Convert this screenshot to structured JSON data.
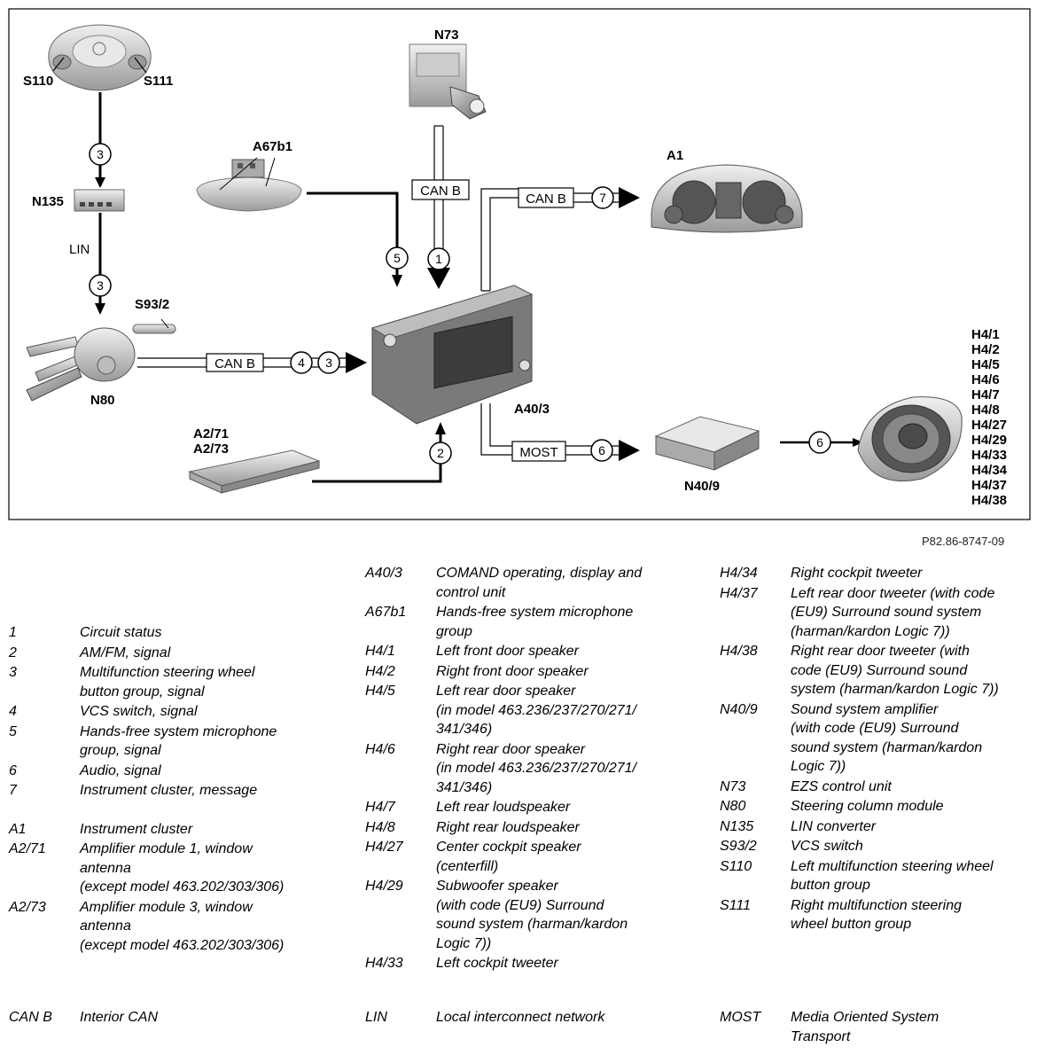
{
  "diagram": {
    "labels": {
      "s110": "S110",
      "s111": "S111",
      "n73": "N73",
      "a67b1": "A67b1",
      "a1": "A1",
      "n135": "N135",
      "lin": "LIN",
      "s93_2": "S93/2",
      "n80": "N80",
      "a40_3": "A40/3",
      "a2_71": "A2/71",
      "a2_73": "A2/73",
      "n40_9": "N40/9",
      "speakers": [
        "H4/1",
        "H4/2",
        "H4/5",
        "H4/6",
        "H4/7",
        "H4/8",
        "H4/27",
        "H4/29",
        "H4/33",
        "H4/34",
        "H4/37",
        "H4/38"
      ]
    },
    "bus_boxes": {
      "can_b_top": "CAN B",
      "can_b_right": "CAN B",
      "can_b_left": "CAN B",
      "most": "MOST"
    },
    "circles": {
      "c3_upper": "3",
      "c3_lower": "3",
      "c5": "5",
      "c1": "1",
      "c7": "7",
      "c4": "4",
      "c3_canb": "3",
      "c2": "2",
      "c6_most": "6",
      "c6_speaker": "6"
    },
    "reference": "P82.86-8747-09"
  },
  "legend": {
    "col1": [
      {
        "code": "1",
        "desc": "Circuit status"
      },
      {
        "code": "2",
        "desc": "AM/FM, signal"
      },
      {
        "code": "3",
        "desc": "Multifunction steering wheel\nbutton group, signal"
      },
      {
        "code": "4",
        "desc": "VCS switch, signal"
      },
      {
        "code": "5",
        "desc": "Hands-free system microphone\ngroup, signal"
      },
      {
        "code": "6",
        "desc": "Audio, signal"
      },
      {
        "code": "7",
        "desc": "Instrument cluster, message"
      },
      {
        "code": "A1",
        "desc": "Instrument cluster"
      },
      {
        "code": "A2/71",
        "desc": "Amplifier module 1, window\nantenna\n(except model 463.202/303/306)"
      },
      {
        "code": "A2/73",
        "desc": "Amplifier module 3, window\nantenna\n(except model 463.202/303/306)"
      }
    ],
    "col2": [
      {
        "code": "A40/3",
        "desc": "COMAND operating, display and\ncontrol unit"
      },
      {
        "code": "A67b1",
        "desc": "Hands-free system microphone\ngroup"
      },
      {
        "code": "H4/1",
        "desc": "Left front door speaker"
      },
      {
        "code": "H4/2",
        "desc": "Right front door speaker"
      },
      {
        "code": "H4/5",
        "desc": "Left rear door speaker\n(in model 463.236/237/270/271/\n341/346)"
      },
      {
        "code": "H4/6",
        "desc": "Right rear door speaker\n(in model 463.236/237/270/271/\n341/346)"
      },
      {
        "code": "H4/7",
        "desc": "Left rear loudspeaker"
      },
      {
        "code": "H4/8",
        "desc": "Right rear loudspeaker"
      },
      {
        "code": "H4/27",
        "desc": "Center cockpit speaker\n(centerfill)"
      },
      {
        "code": "H4/29",
        "desc": "Subwoofer speaker\n(with code (EU9) Surround\nsound system (harman/kardon\nLogic 7))"
      },
      {
        "code": "H4/33",
        "desc": "Left cockpit tweeter"
      }
    ],
    "col3": [
      {
        "code": "H4/34",
        "desc": "Right cockpit tweeter"
      },
      {
        "code": "H4/37",
        "desc": "Left rear door tweeter (with code\n(EU9) Surround sound system\n(harman/kardon Logic 7))"
      },
      {
        "code": "H4/38",
        "desc": "Right rear door tweeter (with\ncode (EU9) Surround sound\nsystem (harman/kardon Logic 7))"
      },
      {
        "code": "N40/9",
        "desc": "Sound system amplifier\n(with code (EU9) Surround\nsound system (harman/kardon\nLogic 7))"
      },
      {
        "code": "N73",
        "desc": "EZS control unit"
      },
      {
        "code": "N80",
        "desc": "Steering column module"
      },
      {
        "code": "N135",
        "desc": "LIN converter"
      },
      {
        "code": "S93/2",
        "desc": "VCS switch"
      },
      {
        "code": "S110",
        "desc": "Left multifunction steering wheel\nbutton group"
      },
      {
        "code": "S111",
        "desc": "Right multifunction steering\nwheel button group"
      }
    ],
    "abbreviations": [
      {
        "code": "CAN B",
        "desc": "Interior CAN"
      },
      {
        "code": "LIN",
        "desc": "Local interconnect network"
      },
      {
        "code": "MOST",
        "desc": "Media Oriented System\nTransport"
      }
    ]
  }
}
